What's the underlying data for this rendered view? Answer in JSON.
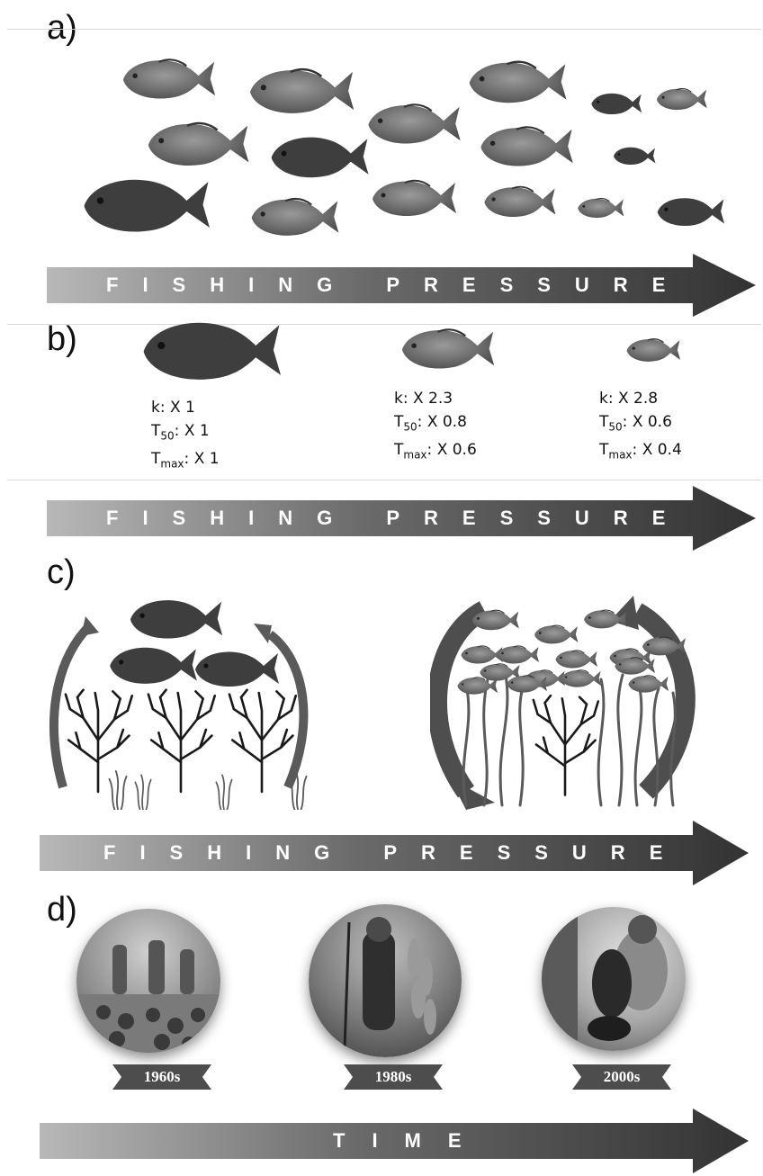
{
  "panels": {
    "a": "a)",
    "b": "b)",
    "c": "c)",
    "d": "d)"
  },
  "arrows": {
    "a": "FISHING PRESSURE",
    "b": "FISHING PRESSURE",
    "c": "FISHING PRESSURE",
    "d": "TIME"
  },
  "params": [
    {
      "k": "X 1",
      "t50": "X 1",
      "tmax": "X 1"
    },
    {
      "k": "X 2.3",
      "t50": "X 0.8",
      "tmax": "X 0.6"
    },
    {
      "k": "X 2.8",
      "t50": "X 0.6",
      "tmax": "X 0.4"
    }
  ],
  "param_labels": {
    "k": "k:",
    "t": "T",
    "t50_sub": "50",
    "tmax_sub": "max",
    "colon": ":"
  },
  "eras": [
    "1960s",
    "1980s",
    "2000s"
  ],
  "colors": {
    "arrow_light": "#b5b5b5",
    "arrow_dark": "#3a3a3a",
    "fish": "#6e6e6e",
    "coral": "#1a1a1a",
    "seagrass": "#555555"
  }
}
